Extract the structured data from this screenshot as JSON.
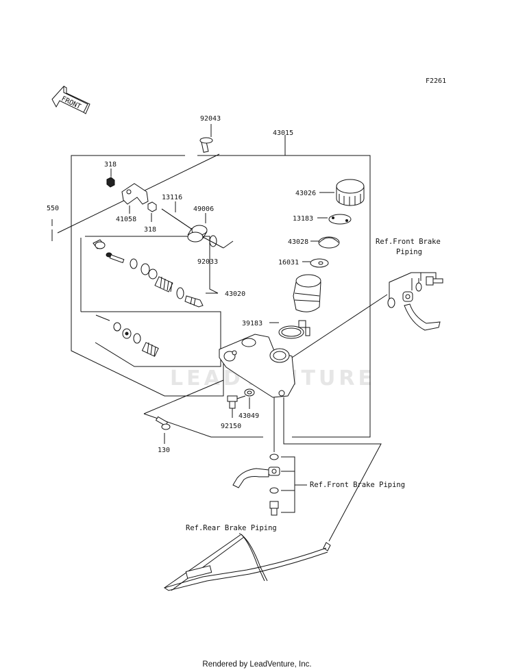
{
  "diagram_code": "F2261",
  "front_arrow_text": "FRONT",
  "watermark": "LEADVENTURE",
  "labels": {
    "p92043": "92043",
    "p43015": "43015",
    "p318a": "318",
    "p550": "550",
    "p13116": "13116",
    "p49006": "49006",
    "p41058": "41058",
    "p318b": "318",
    "p92033": "92033",
    "p43026": "43026",
    "p13183": "13183",
    "p43028": "43028",
    "p16031": "16031",
    "p43020": "43020",
    "p39183": "39183",
    "p43049": "43049",
    "p92150": "92150",
    "p130": "130"
  },
  "references": {
    "front_brake_top_line1": "Ref.Front Brake",
    "front_brake_top_line2": "Piping",
    "front_brake_mid": "Ref.Front Brake Piping",
    "rear_brake": "Ref.Rear Brake Piping"
  },
  "footer": "Rendered by LeadVenture, Inc."
}
